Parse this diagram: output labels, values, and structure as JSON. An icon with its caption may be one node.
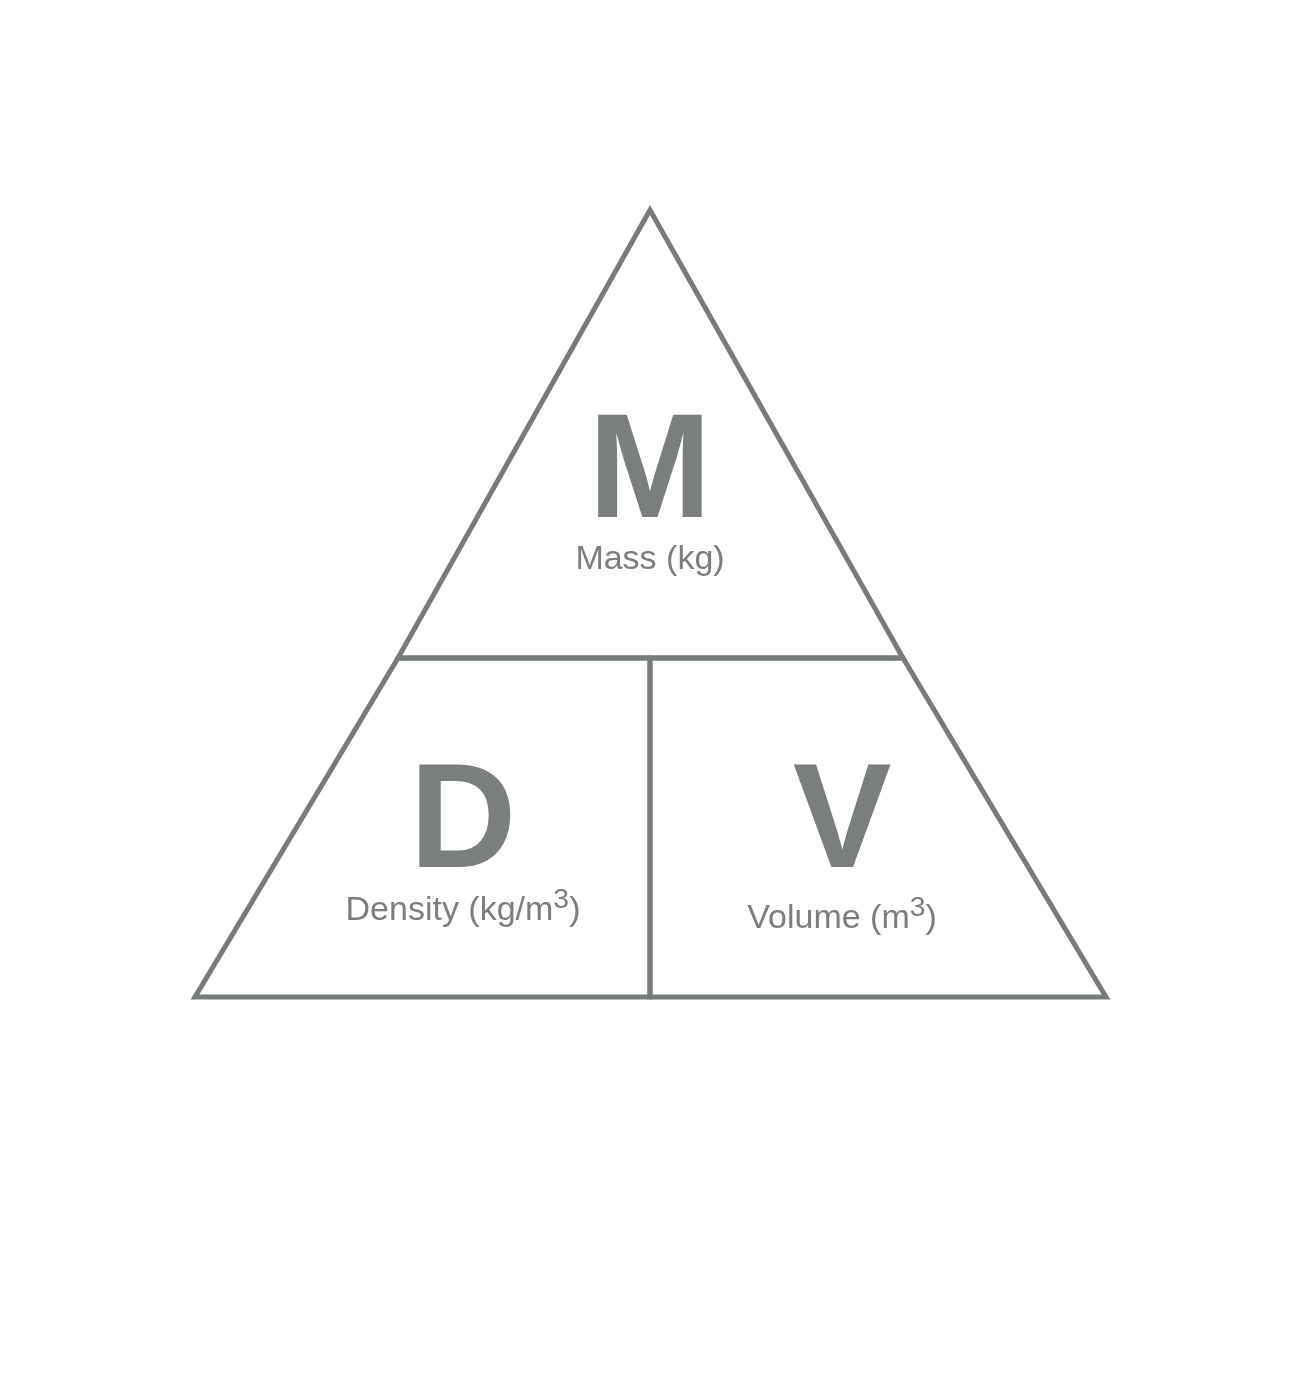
{
  "diagram": {
    "nodes": [
      {
        "text": [
          "M",
          "Mass (kg)"
        ]
      },
      {
        "text": [
          "D",
          "Density (kg/m$^{3}$)"
        ]
      },
      {
        "text": [
          "V",
          "Volume (m$^{3}$)"
        ]
      }
    ]
  }
}
